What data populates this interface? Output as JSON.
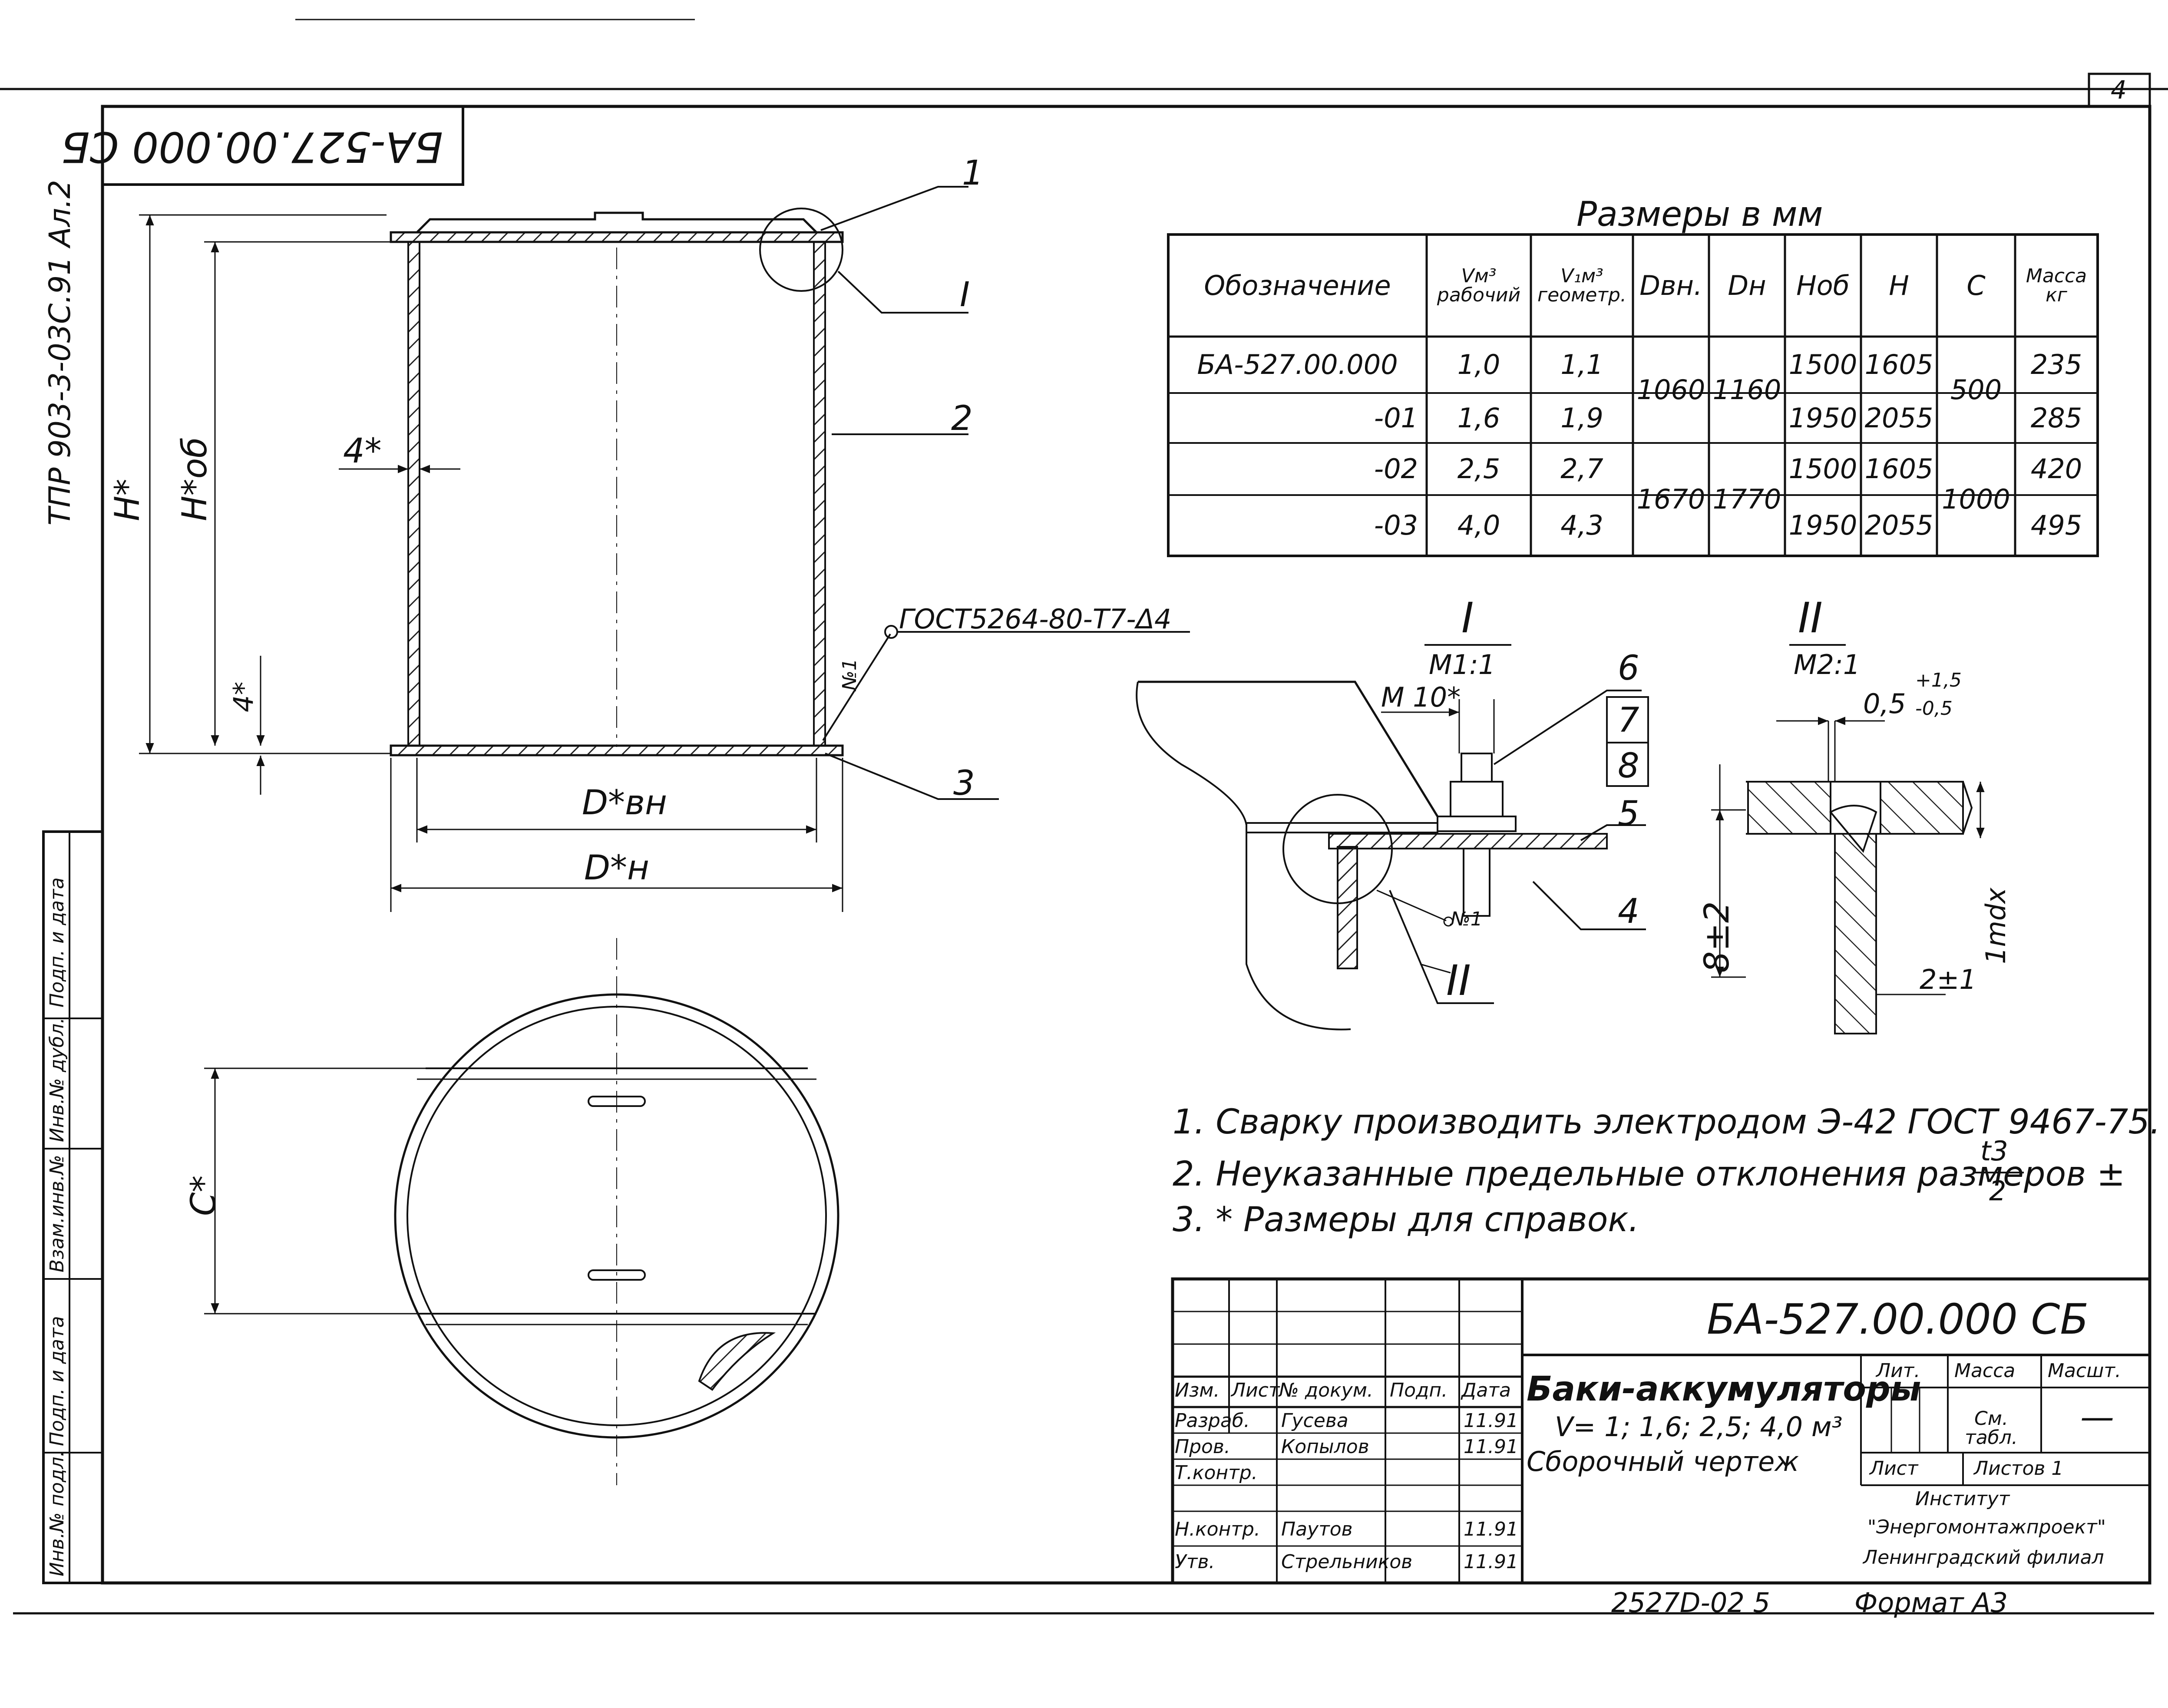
{
  "sheet_number": "4",
  "top_stamp": "БА-527.00.000 СБ",
  "side_code": "ТПР 903-3-03С.91  Ал.2",
  "side_columns": [
    "Подп. и дата",
    "Инв.№ дубл.",
    "Взам.инв.№",
    "Подп. и дата",
    "Инв.№ подл."
  ],
  "main_view": {
    "callouts": [
      "1",
      "2",
      "3"
    ],
    "detail_circle": "I",
    "weld_note": "ГОСТ5264-80-Т7-Δ4",
    "weld_no": "№1",
    "dims": {
      "H": "H*",
      "Hob": "H*об",
      "wall": "4*",
      "bottom": "4*",
      "Dvn": "D*вн",
      "Dn": "D*н"
    }
  },
  "plan_view": {
    "dim_c": "C*"
  },
  "table": {
    "caption": "Размеры в мм",
    "headers": [
      "Обозначение",
      "Vм³ рабочий",
      "V₁м³ геометр.",
      "Dвн.",
      "Dн",
      "Hоб",
      "H",
      "C",
      "Масса кг"
    ],
    "rows": [
      [
        "БА-527.00.000",
        "1,0",
        "1,1",
        "1060",
        "1160",
        "1500",
        "1605",
        "500",
        "235"
      ],
      [
        "-01",
        "1,6",
        "1,9",
        "",
        "",
        "1950",
        "2055",
        "",
        "285"
      ],
      [
        "-02",
        "2,5",
        "2,7",
        "1670",
        "1770",
        "1500",
        "1605",
        "1000",
        "420"
      ],
      [
        "-03",
        "4,0",
        "4,3",
        "",
        "",
        "1950",
        "2055",
        "",
        "495"
      ]
    ]
  },
  "detail_I": {
    "title": "I",
    "scale": "M1:1",
    "bolt": "M 10*",
    "callouts": [
      "6",
      "7",
      "8",
      "5",
      "4"
    ],
    "weld_no": "№1",
    "sub_detail": "II"
  },
  "detail_II": {
    "title": "II",
    "scale": "M2:1",
    "gap": "0,5",
    "gap_tol_upper": "+1,5",
    "gap_tol_lower": "-0,5",
    "depth": "8±2",
    "root": "2±1",
    "leg": "1mdx"
  },
  "notes": [
    "1. Сварку производить электродом Э-42 ГОСТ 9467-75.",
    "2. Неуказанные предельные отклонения размеров ±",
    "3. * Размеры для справок."
  ],
  "note2_fraction": {
    "num": "t3",
    "den": "2"
  },
  "title_block": {
    "designation": "БА-527.00.000 СБ",
    "name_line1": "Баки-аккумуляторы",
    "name_line2": "V= 1; 1,6; 2,5; 4,0 м³",
    "name_line3": "Сборочный чертеж",
    "col_heads": [
      "Изм.",
      "Лист",
      "№ докум.",
      "Подп.",
      "Дата"
    ],
    "roles": [
      "Разраб.",
      "Пров.",
      "Т.контр.",
      "",
      "Н.контр.",
      "Утв."
    ],
    "people": [
      "Гусева",
      "Копылов",
      "",
      "",
      "Паутов",
      "Стрельников"
    ],
    "dates": [
      "11.91",
      "11.91",
      "",
      "",
      "11.91",
      "11.91"
    ],
    "lit_head": "Лит.",
    "mass_head": "Масса",
    "scale_head": "Масшт.",
    "mass_val": "См. табл.",
    "scale_val": "—",
    "sheet_label": "Лист",
    "sheets_label": "Листов 1",
    "org1": "Институт",
    "org2": "\"Энергомонтажпроект\"",
    "org3": "Ленинградский филиал"
  },
  "bottom_code": "2527D-02  5",
  "format": "Формат А3"
}
